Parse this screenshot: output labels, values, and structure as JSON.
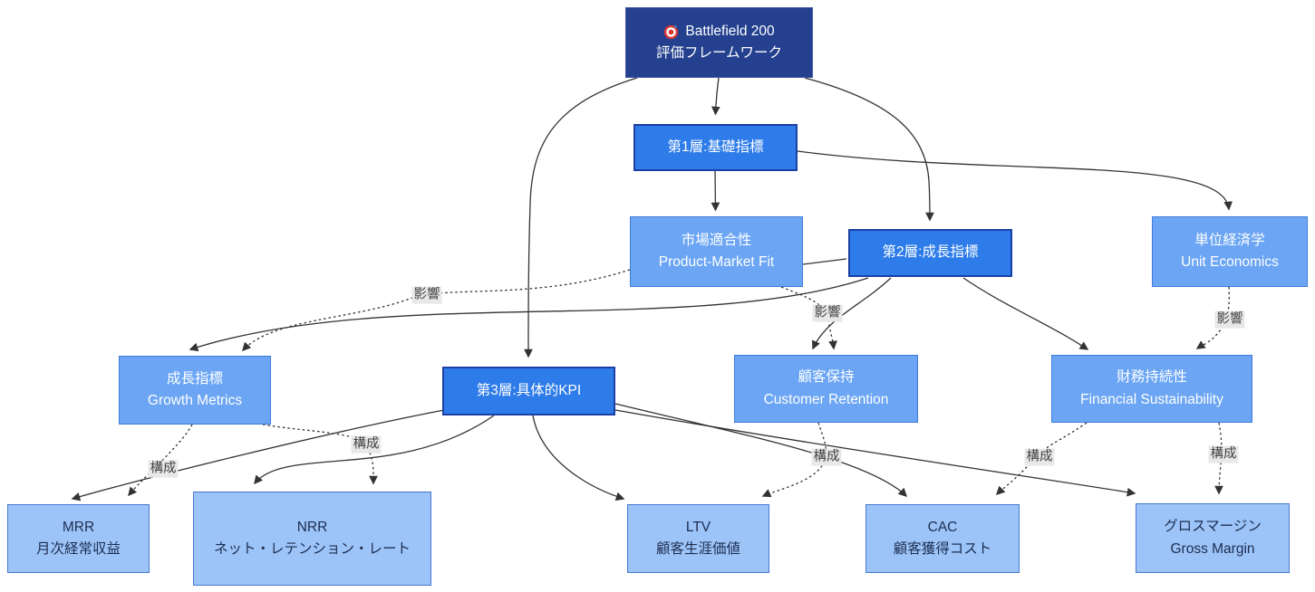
{
  "nodes": {
    "root": {
      "line1": "Battlefield 200",
      "line2": "評価フレームワーク"
    },
    "layer1": {
      "line1": "第1層:基礎指標"
    },
    "layer2": {
      "line1": "第2層:成長指標"
    },
    "layer3": {
      "line1": "第3層:具体的KPI"
    },
    "pmf": {
      "line1": "市場適合性",
      "line2": "Product-Market Fit"
    },
    "unit_economics": {
      "line1": "単位経済学",
      "line2": "Unit Economics"
    },
    "growth_metrics": {
      "line1": "成長指標",
      "line2": "Growth Metrics"
    },
    "customer_retention": {
      "line1": "顧客保持",
      "line2": "Customer Retention"
    },
    "financial_sustainability": {
      "line1": "財務持続性",
      "line2": "Financial Sustainability"
    },
    "mrr": {
      "line1": "MRR",
      "line2": "月次経常収益"
    },
    "nrr": {
      "line1": "NRR",
      "line2": "ネット・レテンション・レート"
    },
    "ltv": {
      "line1": "LTV",
      "line2": "顧客生涯価値"
    },
    "cac": {
      "line1": "CAC",
      "line2": "顧客獲得コスト"
    },
    "gross_margin": {
      "line1": "グロスマージン",
      "line2": "Gross Margin"
    }
  },
  "edge_labels": {
    "pmf_growth": "影響",
    "pmf_retention": "影響",
    "ue_financial": "影響",
    "gm_mrr": "構成",
    "gm_nrr": "構成",
    "cr_ltv": "構成",
    "fs_cac": "構成",
    "fs_gross": "構成"
  },
  "icons": {
    "root_badge": "target-bullseye"
  },
  "colors": {
    "root_fill": "#24408E",
    "layer_fill": "#2E7CE9",
    "layer_border": "#1B3FA5",
    "category_fill": "#6BA5F4",
    "kpi_fill": "#9CC4F8",
    "kpi_text": "#1D2D50",
    "edge_color": "#333333",
    "edge_label_bg": "#E8E8E8",
    "target_red": "#D83933",
    "dart_blue": "#4A90E2"
  }
}
